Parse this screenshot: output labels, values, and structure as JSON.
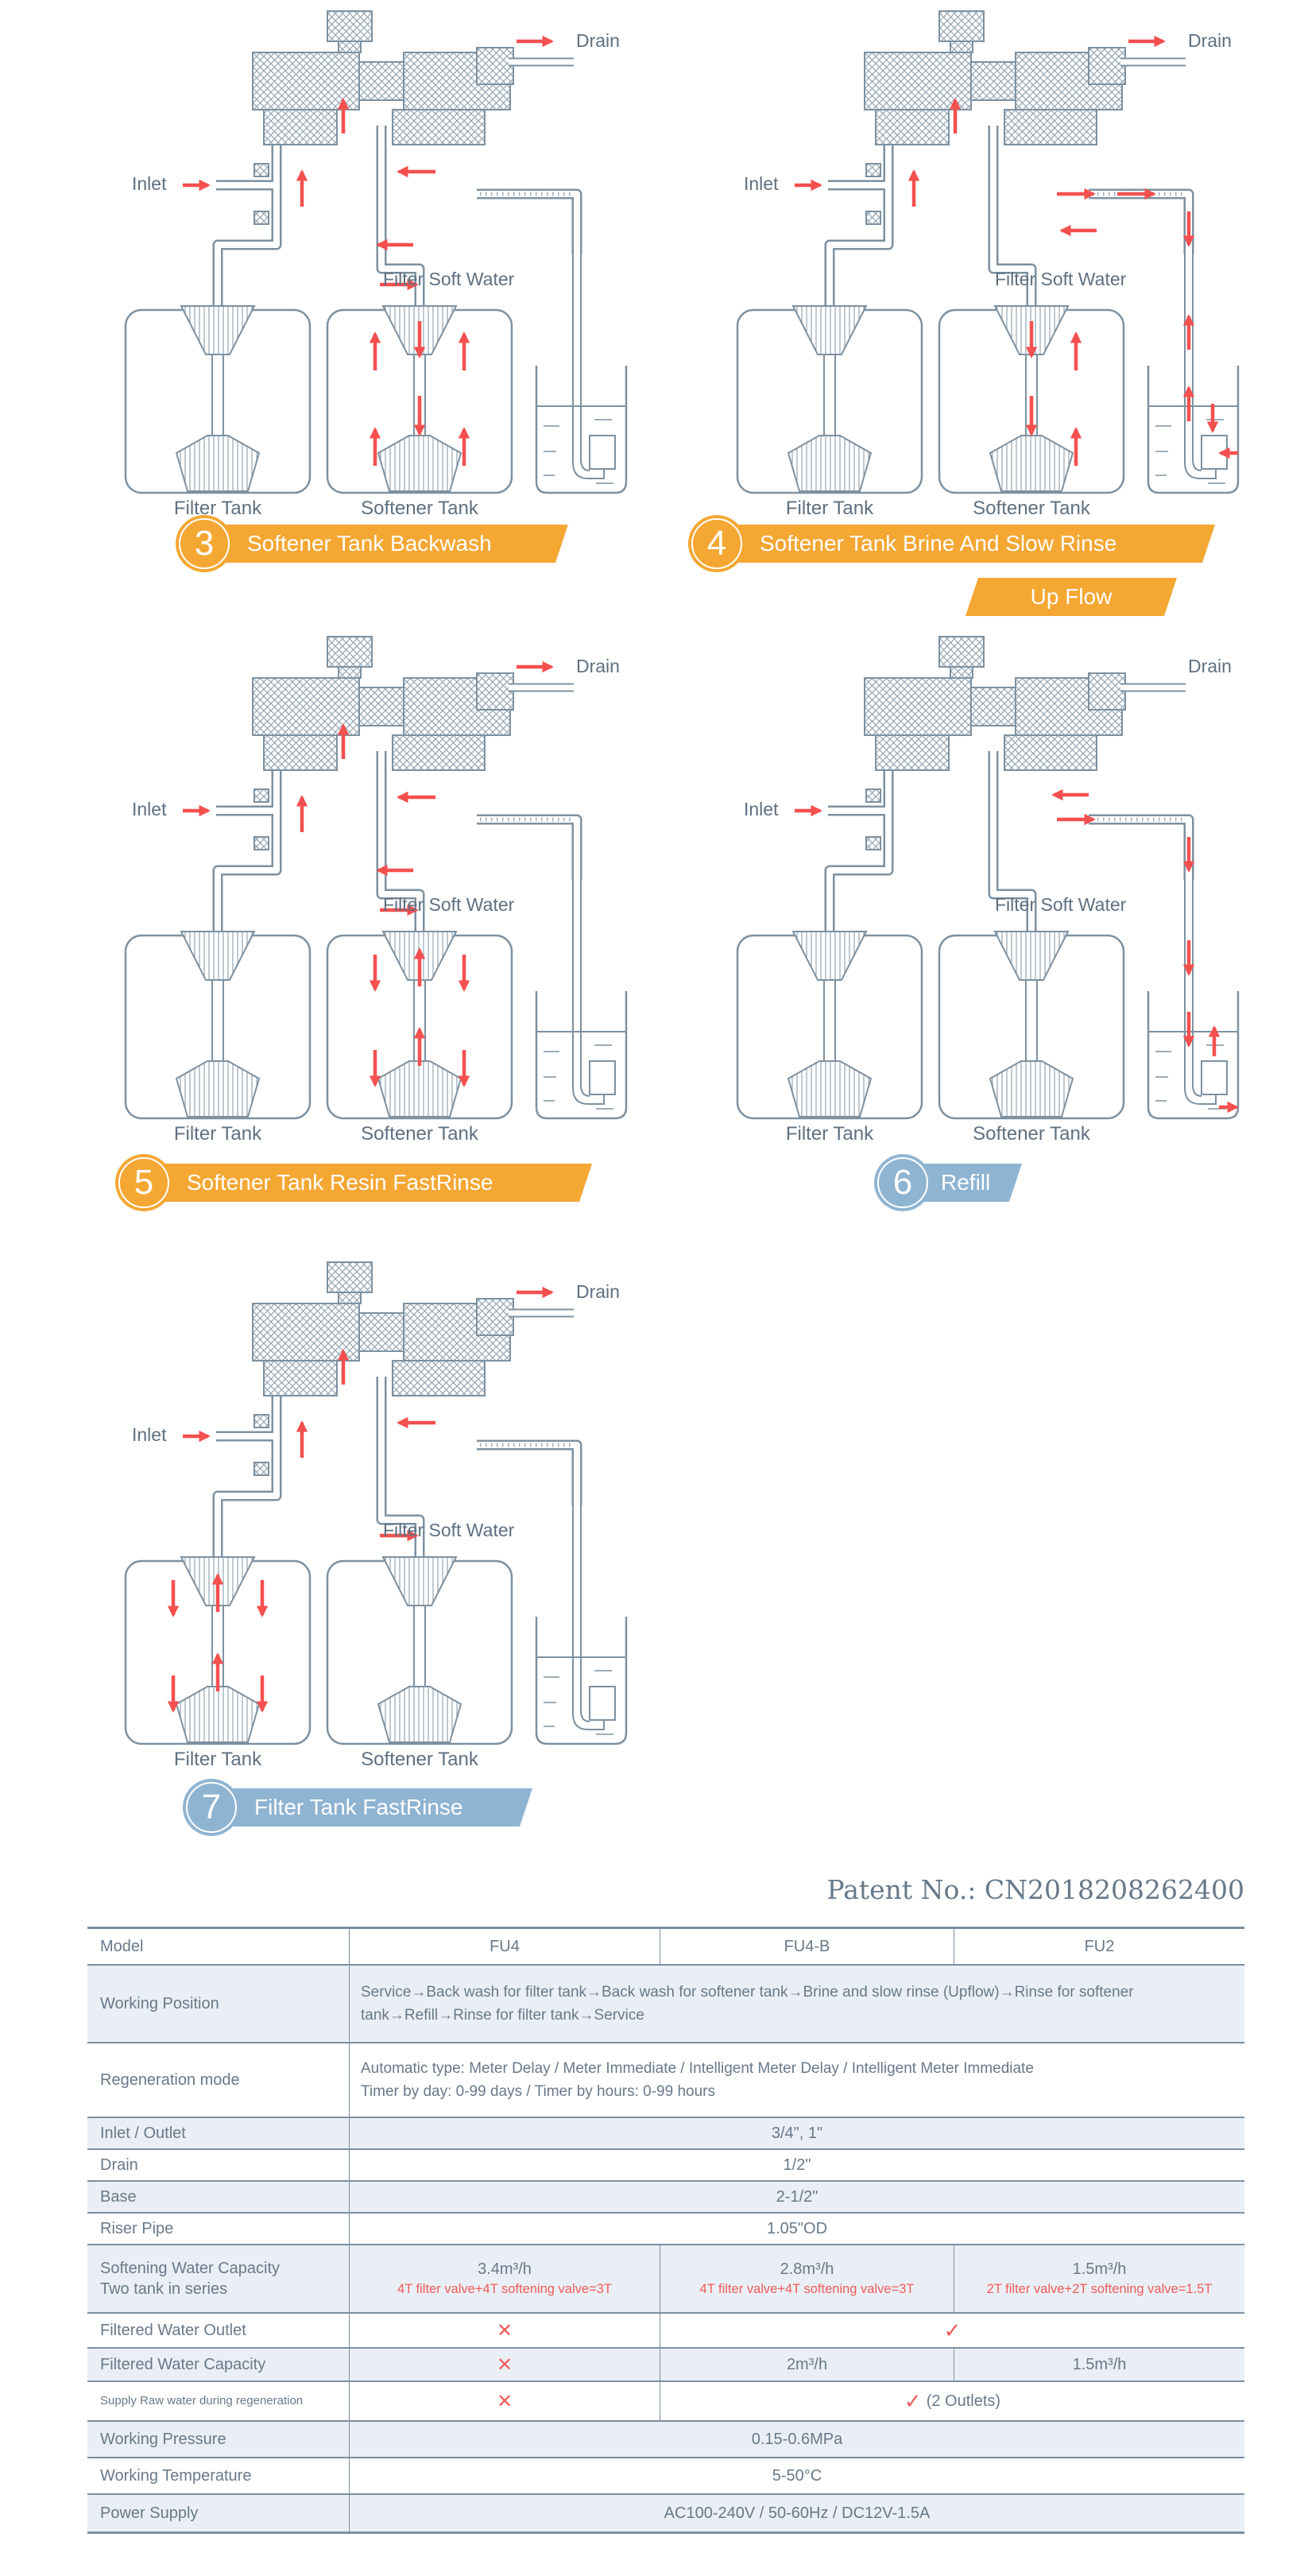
{
  "colors": {
    "accent_orange": "#F5A733",
    "accent_blue": "#8FB4D2",
    "flow_red": "#F4504F",
    "line_gray": "#7D91A1",
    "table_shade": "#E9EFF4"
  },
  "diagram_labels": {
    "inlet": "Inlet",
    "drain": "Drain",
    "soft_water": "Filter Soft Water",
    "tank1": "Filter Tank",
    "tank2": "Softener Tank"
  },
  "diagrams": [
    {
      "number": "3",
      "title": "Softener Tank Backwash",
      "color": "orange"
    },
    {
      "number": "4",
      "title": "Softener Tank Brine And Slow Rinse",
      "title_line2": "Up Flow",
      "color": "orange"
    },
    {
      "number": "5",
      "title": "Softener Tank Resin FastRinse",
      "color": "orange"
    },
    {
      "number": "6",
      "title": "Refill",
      "color": "blue"
    },
    {
      "number": "7",
      "title": "Filter Tank FastRinse",
      "color": "blue"
    }
  ],
  "patent": "Patent No.: CN2018208262400",
  "table": {
    "headers": [
      "Model",
      "FU4",
      "FU4-B",
      "FU2"
    ],
    "rows": [
      {
        "label": "Working Position",
        "value": "Service→Back wash for filter tank→Back wash for softener tank→Brine and slow rinse (Upflow)→Rinse for softener tank→Refill→Rinse for filter tank→Service"
      },
      {
        "label": "Regeneration mode",
        "line1": "Automatic type: Meter Delay / Meter Immediate / Intelligent Meter Delay / Intelligent Meter Immediate",
        "line2": "Timer by day: 0-99 days / Timer by hours: 0-99 hours"
      },
      {
        "label": "Inlet / Outlet",
        "value": "3/4\", 1\""
      },
      {
        "label": "Drain",
        "value": "1/2\""
      },
      {
        "label": "Base",
        "value": "2-1/2\""
      },
      {
        "label": "Riser Pipe",
        "value": "1.05\"OD"
      },
      {
        "label": "Softening Water Capacity",
        "label2": "Two tank in series",
        "cells": [
          {
            "value": "3.4m³/h",
            "note": "4T filter valve+4T softening valve=3T"
          },
          {
            "value": "2.8m³/h",
            "note": "4T filter valve+4T softening valve=3T"
          },
          {
            "value": "1.5m³/h",
            "note": "2T filter valve+2T softening valve=1.5T"
          }
        ]
      },
      {
        "label": "Filtered Water Outlet",
        "cross": "✕",
        "check": "✓"
      },
      {
        "label": "Filtered Water Capacity",
        "cross": "✕",
        "cells": [
          "2m³/h",
          "1.5m³/h"
        ]
      },
      {
        "label": "Supply Raw water during regeneration",
        "cross": "✕",
        "check": "✓",
        "check_note": "(2 Outlets)"
      },
      {
        "label": "Working Pressure",
        "value": "0.15-0.6MPa"
      },
      {
        "label": "Working Temperature",
        "value": "5-50°C"
      },
      {
        "label": "Power Supply",
        "value": "AC100-240V / 50-60Hz / DC12V-1.5A"
      }
    ]
  }
}
